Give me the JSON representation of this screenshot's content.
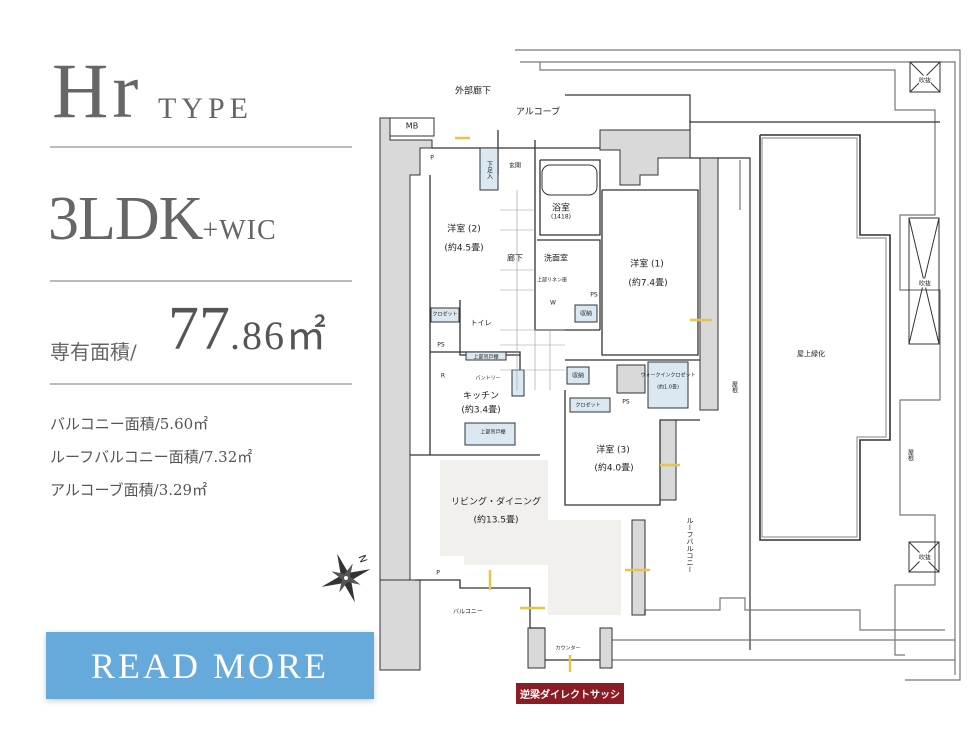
{
  "header": {
    "type_name": "Hr",
    "type_suffix": "TYPE"
  },
  "layout": {
    "main": "3LDK",
    "extra": "+WIC"
  },
  "area": {
    "label": "専有面積/",
    "value_int": "77",
    "value_dec": ".86㎡"
  },
  "sub_areas": [
    "バルコニー面積/5.60㎡",
    "ルーフバルコニー面積/7.32㎡",
    "アルコーブ面積/3.29㎡"
  ],
  "read_more": "READ MORE",
  "compass": {
    "label": "N"
  },
  "sash_badge": "逆梁ダイレクトサッシ",
  "colors": {
    "button": "#66a9db",
    "badge": "#8b1c24",
    "living_fill": "#f2f0ec",
    "storage_fill": "#dbe8f2",
    "wall": "#d9d9d9"
  },
  "plan": {
    "outer_corridor": "外部廊下",
    "alcove": "アルコーブ",
    "mb": "MB",
    "entrance": "玄関",
    "shoe_storage": "下足入",
    "bath": "浴室",
    "bath_size": "(1418)",
    "room2": "洋室 (2)",
    "room2_size": "(約4.5畳)",
    "hallway": "廊下",
    "washroom": "洗面室",
    "room1": "洋室 (1)",
    "room1_size": "(約7.4畳)",
    "linen": "上部リネン庫",
    "washer": "W",
    "ps1": "PS",
    "storage1": "収納",
    "closet1": "クロゼット",
    "toilet": "トイレ",
    "ps2": "PS",
    "upper_cabinet1": "上部吊戸棚",
    "fridge": "R",
    "pantry": "パントリー",
    "storage2": "収納",
    "wic": "ウォークインクロゼット",
    "wic_size": "(約1.0畳)",
    "ps3": "PS",
    "closet2": "クロゼット",
    "kitchen": "キッチン",
    "kitchen_size": "(約3.4畳)",
    "upper_cabinet2": "上部吊戸棚",
    "room3": "洋室 (3)",
    "room3_size": "(約4.0畳)",
    "living": "リビング・ダイニング",
    "living_size": "(約13.5畳)",
    "roof_balcony": "ルーフバルコニー",
    "rooftop_green": "屋上緑化",
    "roof1": "屋根",
    "roof2": "屋根",
    "void1": "吹抜",
    "void2": "吹抜",
    "void3": "吹抜",
    "p1": "P",
    "p2": "P",
    "balcony": "バルコニー",
    "counter": "カウンター"
  }
}
